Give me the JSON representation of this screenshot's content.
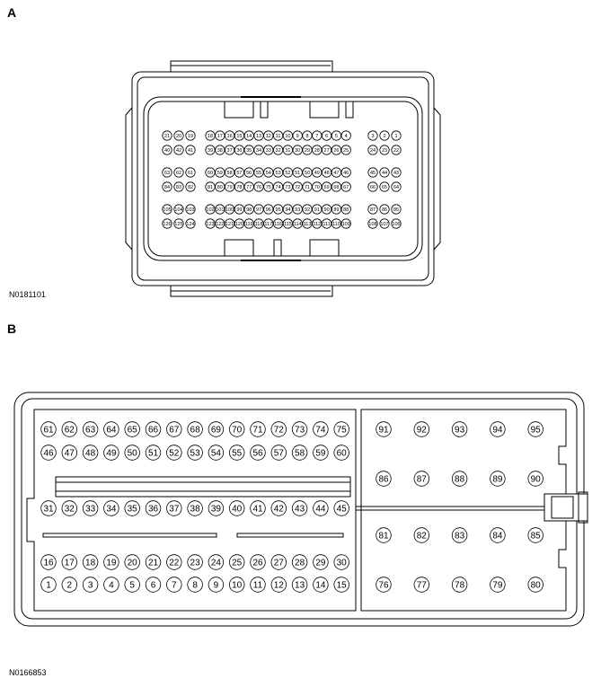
{
  "diagram_a": {
    "label": "A",
    "code": "N0181101",
    "blocks": [
      {
        "name": "a-left-top",
        "rows": [
          [
            21,
            20,
            19
          ],
          [
            40,
            42,
            41
          ]
        ]
      },
      {
        "name": "a-left-mid",
        "rows": [
          [
            63,
            62,
            61
          ],
          [
            84,
            83,
            82
          ]
        ]
      },
      {
        "name": "a-left-bot",
        "rows": [
          [
            105,
            104,
            103
          ],
          [
            126,
            125,
            124
          ]
        ]
      },
      {
        "name": "a-center-top",
        "rows": [
          [
            18,
            17,
            16,
            15,
            14,
            13,
            12,
            11,
            10,
            9,
            8,
            7,
            6,
            5,
            4
          ],
          [
            39,
            38,
            37,
            36,
            35,
            34,
            33,
            32,
            31,
            30,
            29,
            28,
            27,
            26,
            25
          ]
        ]
      },
      {
        "name": "a-center-mid",
        "rows": [
          [
            60,
            59,
            58,
            57,
            56,
            55,
            54,
            53,
            52,
            51,
            50,
            49,
            48,
            47,
            46
          ],
          [
            81,
            80,
            79,
            78,
            77,
            76,
            75,
            74,
            73,
            72,
            71,
            70,
            69,
            68,
            67
          ]
        ]
      },
      {
        "name": "a-center-bot",
        "rows": [
          [
            102,
            101,
            100,
            99,
            98,
            97,
            96,
            95,
            94,
            93,
            92,
            91,
            90,
            89,
            88
          ],
          [
            123,
            122,
            121,
            120,
            119,
            118,
            117,
            116,
            115,
            114,
            113,
            112,
            111,
            110,
            109
          ]
        ]
      },
      {
        "name": "a-right-top",
        "rows": [
          [
            3,
            2,
            1
          ],
          [
            24,
            23,
            22
          ]
        ]
      },
      {
        "name": "a-right-mid",
        "rows": [
          [
            45,
            44,
            43
          ],
          [
            66,
            65,
            64
          ]
        ]
      },
      {
        "name": "a-right-bot",
        "rows": [
          [
            87,
            86,
            85
          ],
          [
            108,
            107,
            106
          ]
        ]
      }
    ]
  },
  "diagram_b": {
    "label": "B",
    "code": "N0166853",
    "left_rows": [
      [
        61,
        62,
        63,
        64,
        65,
        66,
        67,
        68,
        69,
        70,
        71,
        72,
        73,
        74,
        75
      ],
      [
        46,
        47,
        48,
        49,
        50,
        51,
        52,
        53,
        54,
        55,
        56,
        57,
        58,
        59,
        60
      ],
      [
        31,
        32,
        33,
        34,
        35,
        36,
        37,
        38,
        39,
        40,
        41,
        42,
        43,
        44,
        45
      ],
      [
        16,
        17,
        18,
        19,
        20,
        21,
        22,
        23,
        24,
        25,
        26,
        27,
        28,
        29,
        30
      ],
      [
        1,
        2,
        3,
        4,
        5,
        6,
        7,
        8,
        9,
        10,
        11,
        12,
        13,
        14,
        15
      ]
    ],
    "right_rows": [
      [
        91,
        92,
        93,
        94,
        95
      ],
      [
        86,
        87,
        88,
        89,
        90
      ],
      [
        81,
        82,
        83,
        84,
        85
      ],
      [
        76,
        77,
        78,
        79,
        80
      ]
    ]
  }
}
